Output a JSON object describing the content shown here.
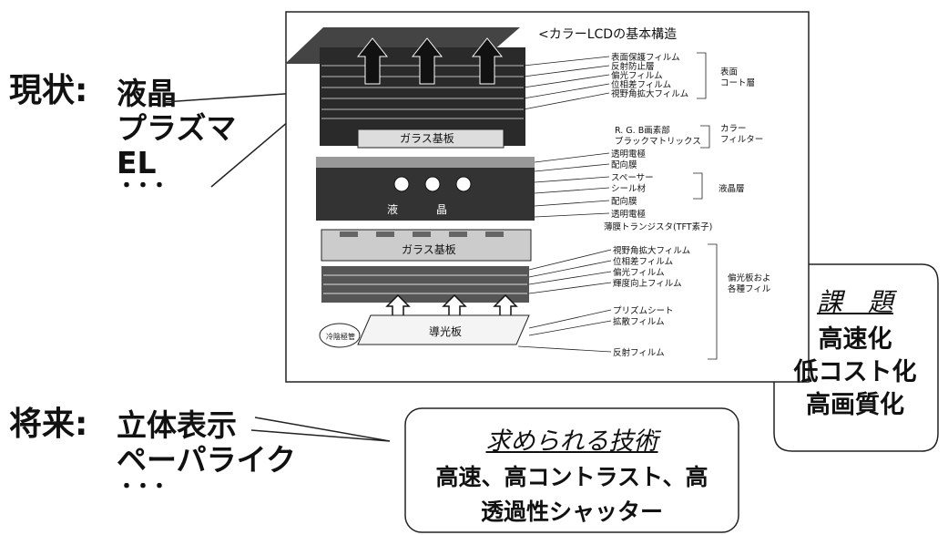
{
  "current": {
    "label": "現状:",
    "items": [
      "液晶",
      "プラズマ",
      "EL",
      "・・・"
    ]
  },
  "future": {
    "label": "将来:",
    "items": [
      "立体表示",
      "ペーパライク",
      "・・・"
    ]
  },
  "figure": {
    "title": "<カラーLCDの基本構造",
    "glass_top": "ガラス基板",
    "glass_mid": "ガラス基板",
    "light_guide": "導光板",
    "lamp": "冷陰極管",
    "mid_labels": [
      "液",
      "晶"
    ],
    "layer_labels_top": [
      "表面保護フィルム",
      "反射防止層",
      "偏光フィルム",
      "位相差フィルム",
      "視野角拡大フィルム"
    ],
    "group_top": [
      "表面",
      "コート層"
    ],
    "layer_labels_color": [
      "R. G. B画素部",
      "ブラックマトリックス"
    ],
    "group_color": [
      "カラー",
      "フィルター"
    ],
    "layer_labels_lc": [
      "透明電極",
      "配向膜",
      "スペーサー",
      "シール材",
      "配向膜",
      "透明電極",
      "薄膜トランジスタ(TFT素子)"
    ],
    "group_lc": "液晶層",
    "layer_labels_bottom": [
      "視野角拡大フィルム",
      "位相差フィルム",
      "偏光フィルム",
      "輝度向上フィルム",
      "プリズムシート",
      "拡散フィルム",
      "反射フィルム"
    ],
    "group_bottom": [
      "偏光板およ",
      "各種フィル"
    ]
  },
  "issues": {
    "title": "課　題",
    "lines": [
      "高速化",
      "低コスト化",
      "高画質化"
    ]
  },
  "tech": {
    "title": "求められる技術",
    "lines": [
      "高速、高コントラスト、高",
      "透過性シャッター"
    ]
  }
}
